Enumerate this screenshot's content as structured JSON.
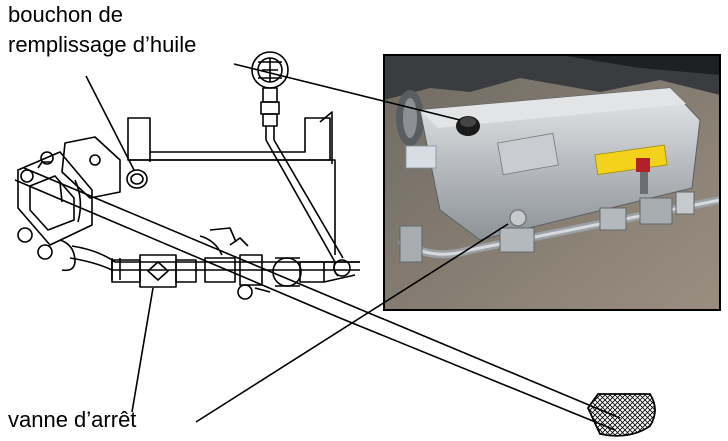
{
  "labels": {
    "fill_cap_line1": "bouchon de",
    "fill_cap_line2": "remplissage d’huile",
    "shutoff_valve": "vanne d’arrêt"
  },
  "colors": {
    "line": "#000000",
    "photo_frame": "#000000",
    "metal": "#b8bcc0",
    "metal_dark": "#6e7378",
    "ground": "#8a7f74",
    "warning_sticker": "#f2d21a"
  },
  "icons": [
    "oil-fill-cap-icon",
    "shutoff-valve-icon",
    "strainer-filter-icon"
  ]
}
